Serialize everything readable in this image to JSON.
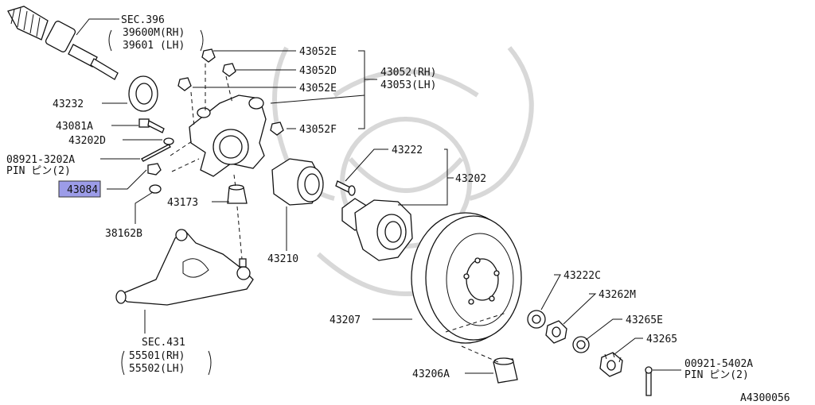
{
  "diagram": {
    "labels": {
      "sec396": "SEC.396",
      "sec396_rh": "39600M(RH)",
      "sec396_lh": "39601 (LH)",
      "p43052E_top": "43052E",
      "p43052D": "43052D",
      "p43052E_mid": "43052E",
      "p43052F": "43052F",
      "p43052_rh": "43052(RH)",
      "p43053_lh": "43053(LH)",
      "p43232": "43232",
      "p43081A": "43081A",
      "p43202D": "43202D",
      "p08921": "08921-3202A",
      "pin1": "PIN ピン(2)",
      "p43084": "43084",
      "p38162B": "38162B",
      "p43173": "43173",
      "p43222": "43222",
      "p43202": "43202",
      "p43210": "43210",
      "sec431": "SEC.431",
      "sec431_rh": "55501(RH)",
      "sec431_lh": "55502(LH)",
      "p43207": "43207",
      "p43222C": "43222C",
      "p43262M": "43262M",
      "p43265E": "43265E",
      "p43265": "43265",
      "p43206A": "43206A",
      "p00921": "00921-5402A",
      "pin2": "PIN ピン(2)",
      "diagram_id": "A4300056"
    }
  }
}
